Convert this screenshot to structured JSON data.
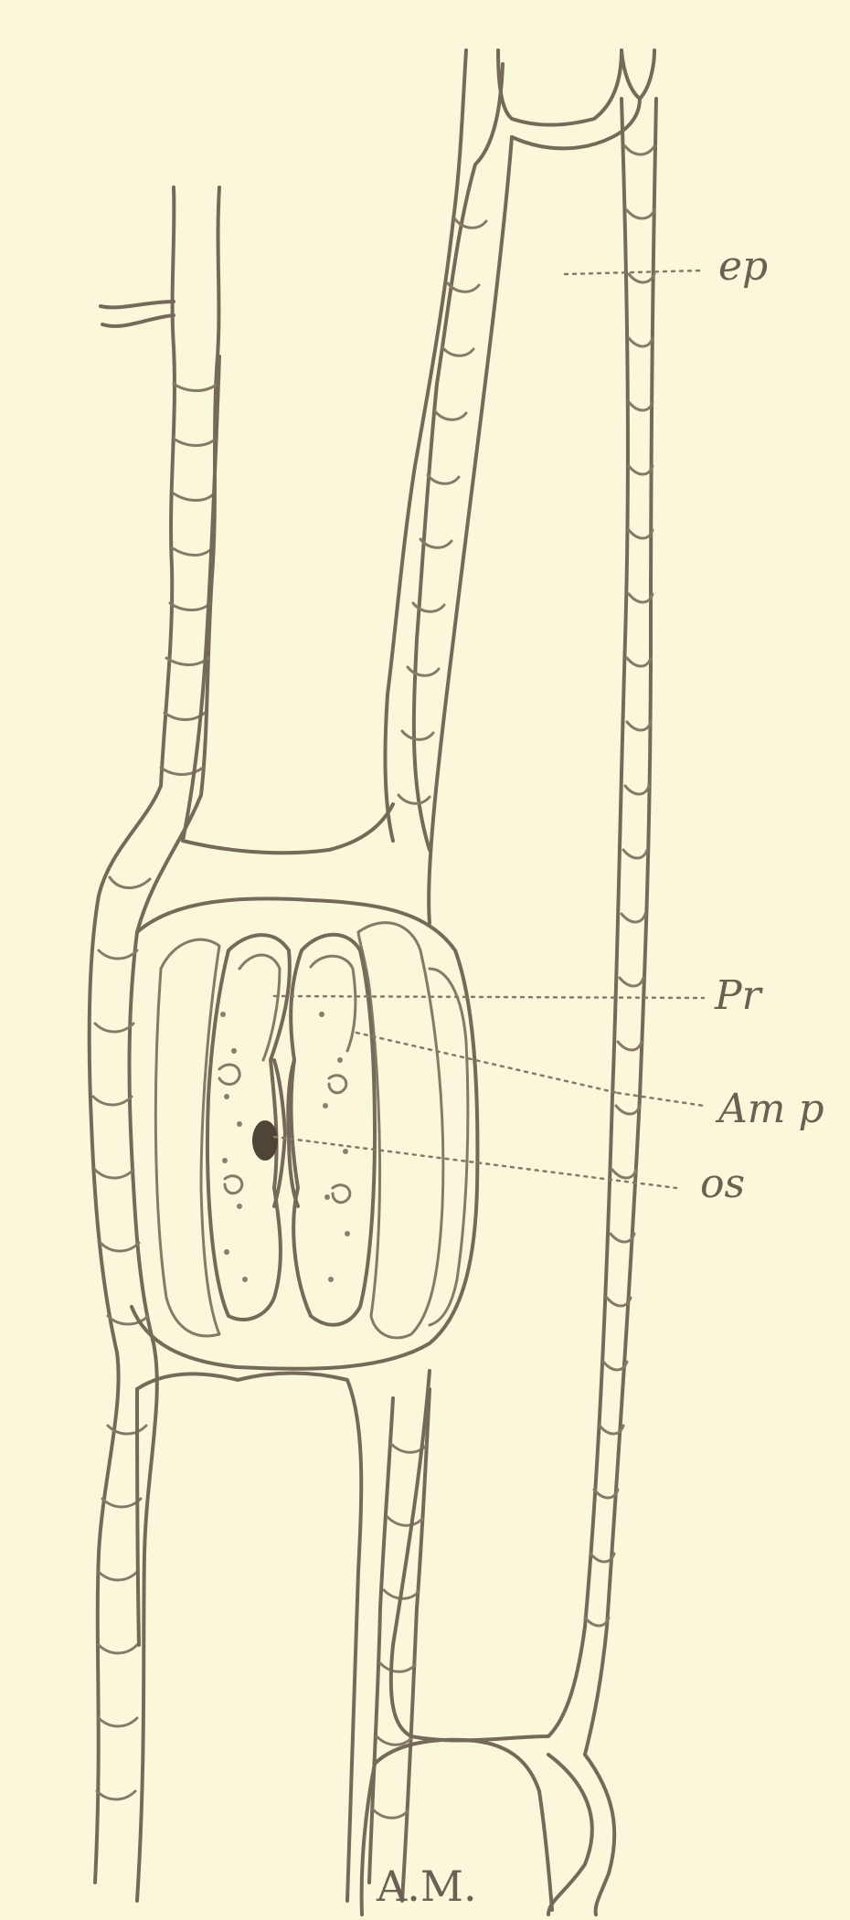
{
  "figure": {
    "labels": {
      "ep": "ep",
      "pr": "Pr",
      "amp": "Am p",
      "os": "os",
      "am": "A.M."
    },
    "colors": {
      "paper": "#fbf7da",
      "ink": "#756a5a"
    }
  }
}
